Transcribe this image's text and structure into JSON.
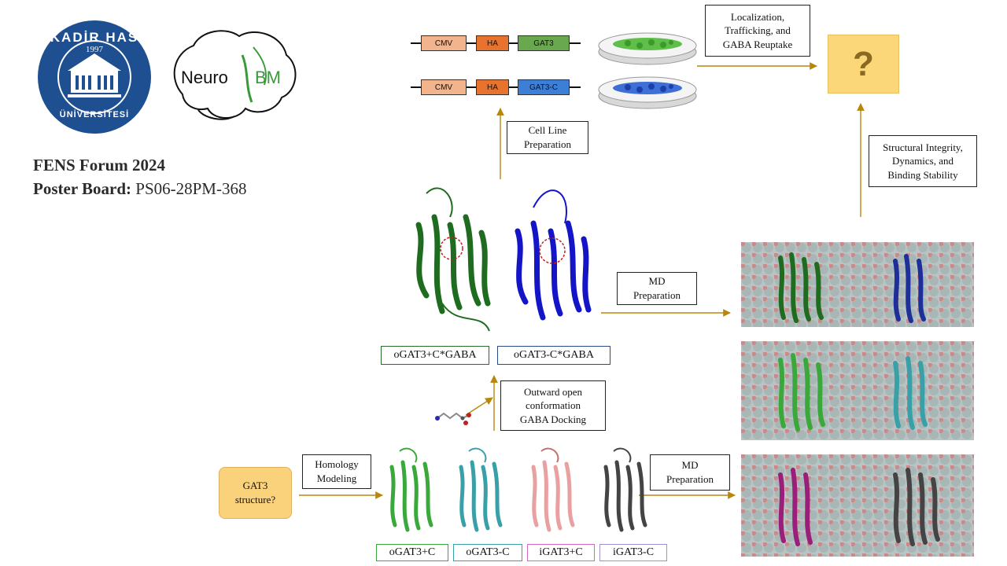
{
  "logos": {
    "university_arc_top": "KADİR HAS",
    "university_year": "1997",
    "university_arc_bottom": "ÜNİVERSİTESİ",
    "lab_text": "Neuro",
    "lab_text_suffix": "BM"
  },
  "header": {
    "event": "FENS Forum 2024",
    "poster_board_label": "Poster Board:",
    "poster_board_id": " PS06-28PM-368"
  },
  "constructs": [
    {
      "cmv": "CMV",
      "ha": "HA",
      "gene": "GAT3"
    },
    {
      "cmv": "CMV",
      "ha": "HA",
      "gene": "GAT3-C"
    }
  ],
  "steps": {
    "localization": "Localization,\nTrafficking, and\nGABA Reuptake",
    "question": "?",
    "cell_line": "Cell Line\nPreparation",
    "structural": "Structural Integrity,\nDynamics, and\nBinding Stability",
    "md_prep_top": "MD\nPreparation",
    "docking": "Outward open\nconformation\nGABA Docking",
    "homology": "Homology\nModeling",
    "gat3_structure": "GAT3\nstructure?",
    "md_prep_bottom": "MD\nPreparation"
  },
  "docked_labels": [
    "oGAT3+C*GABA",
    "oGAT3-C*GABA"
  ],
  "model_labels": [
    "oGAT3+C",
    "oGAT3-C",
    "iGAT3+C",
    "iGAT3-C"
  ],
  "colors": {
    "cmv": "#f2b48c",
    "ha": "#e8732e",
    "gat3": "#6aa84f",
    "gat3c": "#3d7fd6",
    "arrow": "#b8860b",
    "question_bg": "#fbd77a",
    "gat3_structure_bg": "#fbd27c",
    "dark_green": "#1f6b1f",
    "blue": "#1515c8",
    "green": "#3aa83a",
    "teal": "#3aa0a8",
    "pink": "#e8a0a0",
    "gray": "#444444",
    "magenta": "#9a1f7a",
    "university_blue": "#1d4f91"
  }
}
